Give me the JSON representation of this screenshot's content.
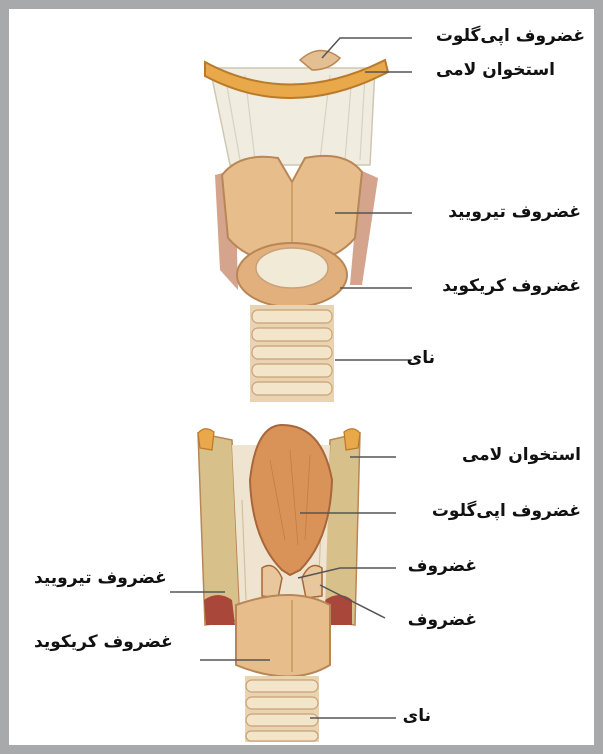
{
  "colors": {
    "frame": "#a8a9ab",
    "cartilage": "#e7bd8c",
    "cartilage_dark": "#b98656",
    "bone": "#e9a84a",
    "membrane": "#f2ede0",
    "muscle": "#c98d6f",
    "epiglottis": "#d99358",
    "leader_line": "#555555"
  },
  "labels": {
    "front": {
      "epiglottis": "غضروف اپی‌گلوت",
      "hyoid": "استخوان لامی",
      "thyroid": "غضروف تیرویید",
      "cricoid": "غضروف کریکوید",
      "trachea": "نای"
    },
    "back": {
      "hyoid": "استخوان لامی",
      "epiglottis": "غضروف اپی‌گلوت",
      "cartilage_a": "غضروف",
      "thyroid": "غضروف تیرویید",
      "cartilage_b": "غضروف",
      "cricoid": "غضروف کریکوید",
      "trachea": "نای"
    }
  }
}
